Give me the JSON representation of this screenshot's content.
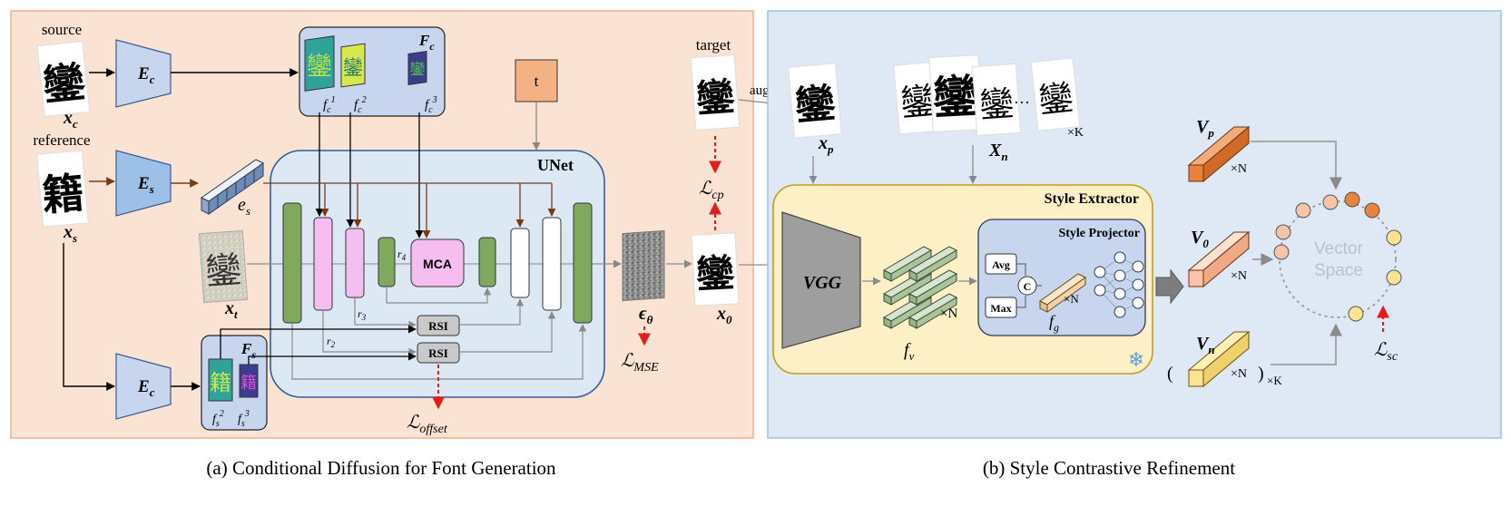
{
  "panel_a": {
    "caption": "(a) Conditional Diffusion for Font Generation",
    "source_label": "source",
    "reference_label": "reference",
    "target_label": "target",
    "aug_label": "aug.",
    "source_char": "鑾",
    "reference_char": "籍",
    "target_char": "鑾",
    "noisy_char": "鑾",
    "x0_char": "鑾",
    "Ec_label": "E",
    "Ec_sub": "c",
    "Es_label": "E",
    "Es_sub": "s",
    "xc": "x",
    "xc_sub": "c",
    "xs": "x",
    "xs_sub": "s",
    "xt": "x",
    "xt_sub": "t",
    "x0": "x",
    "x0_sub": "0",
    "es": "e",
    "es_sub": "s",
    "Fc": "F",
    "Fc_sub": "c",
    "Fs": "F",
    "Fs_sub": "s",
    "fc1": "f",
    "fc1_sub": "c",
    "fc1_sup": "1",
    "fc2": "f",
    "fc2_sub": "c",
    "fc2_sup": "2",
    "fc3": "f",
    "fc3_sub": "c",
    "fc3_sup": "3",
    "fs2": "f",
    "fs2_sub": "s",
    "fs2_sup": "2",
    "fs3": "f",
    "fs3_sub": "s",
    "fs3_sup": "3",
    "t_label": "t",
    "unet_label": "UNet",
    "mca_label": "MCA",
    "rsi_label_1": "RSI",
    "rsi_label_2": "RSI",
    "r2": "r",
    "r2_sub": "2",
    "r3": "r",
    "r3_sub": "3",
    "r4": "r",
    "r4_sub": "4",
    "eps": "ϵ",
    "eps_sub": "θ",
    "L_mse": "ℒ",
    "L_mse_sub": "MSE",
    "L_cp": "ℒ",
    "L_cp_sub": "cp",
    "L_offset": "ℒ",
    "L_offset_sub": "offset"
  },
  "panel_b": {
    "caption": "(b) Style Contrastive Refinement",
    "xp_char": "鑾",
    "neg_chars": [
      "鑾",
      "鑾",
      "鑾",
      "鑾"
    ],
    "ellipsis": "…",
    "xp": "x",
    "xp_sub": "p",
    "Xn": "X",
    "Xn_sub": "n",
    "times_K": "×K",
    "style_extractor_label": "Style Extractor",
    "style_projector_label": "Style Projector",
    "vgg_label": "VGG",
    "avg_label": "Avg",
    "max_label": "Max",
    "concat_label": "C",
    "fv": "f",
    "fv_sub": "v",
    "fg": "f",
    "fg_sub": "g",
    "times_N": "×N",
    "Vp": "V",
    "Vp_sub": "p",
    "V0": "V",
    "V0_sub": "0",
    "Vn": "V",
    "Vn_sub": "n",
    "paren_open": "(",
    "paren_close": ")",
    "vector_space_line1": "Vector",
    "vector_space_line2": "Space",
    "L_sc": "ℒ",
    "L_sc_sub": "sc",
    "snowflake": "❄"
  },
  "colors": {
    "panel_a_bg": "#fbe3d3",
    "panel_a_border": "#f0b48a",
    "panel_b_bg": "#dfe9f6",
    "panel_b_border": "#9fc1e6",
    "unet_bg": "#dde8f5",
    "unet_border": "#2f5f9e",
    "encoder_fill": "#c7d6ee",
    "encoder_s_fill": "#9dc0e8",
    "green_block": "#7faa5d",
    "pink_block": "#f6bdf0",
    "t_box": "#f4b183",
    "extractor_bg": "#fdf0c7",
    "extractor_border": "#c59b16",
    "vp_orange": "#e8823c",
    "v0_peach": "#f8c3a6",
    "vn_yellow": "#fce38f",
    "loss_red": "#e41b1b"
  }
}
